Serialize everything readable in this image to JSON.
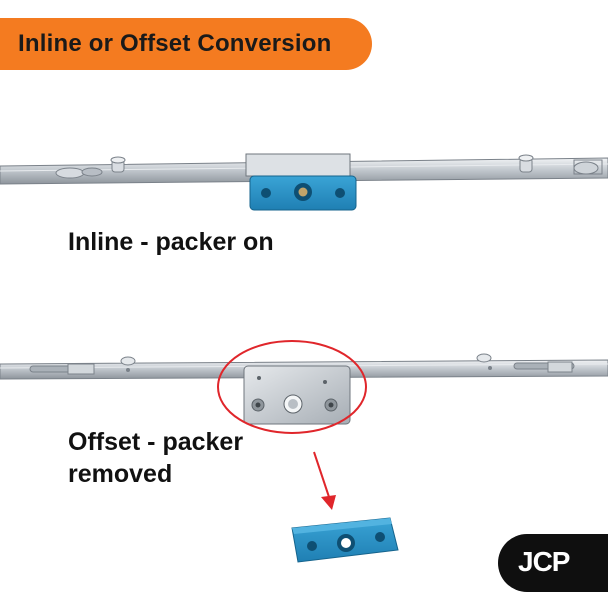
{
  "banner": {
    "title": "Inline or Offset Conversion",
    "color": "#f47b20"
  },
  "captions": {
    "inline": "Inline - packer on",
    "offset": "Offset - packer removed"
  },
  "logo": {
    "text": "JCP",
    "background": "#0f0f0f"
  },
  "colors": {
    "packer": "#2b93c8",
    "metal": "#c9ced3",
    "highlight_ring": "#e0262b",
    "arrow": "#e0262b"
  }
}
